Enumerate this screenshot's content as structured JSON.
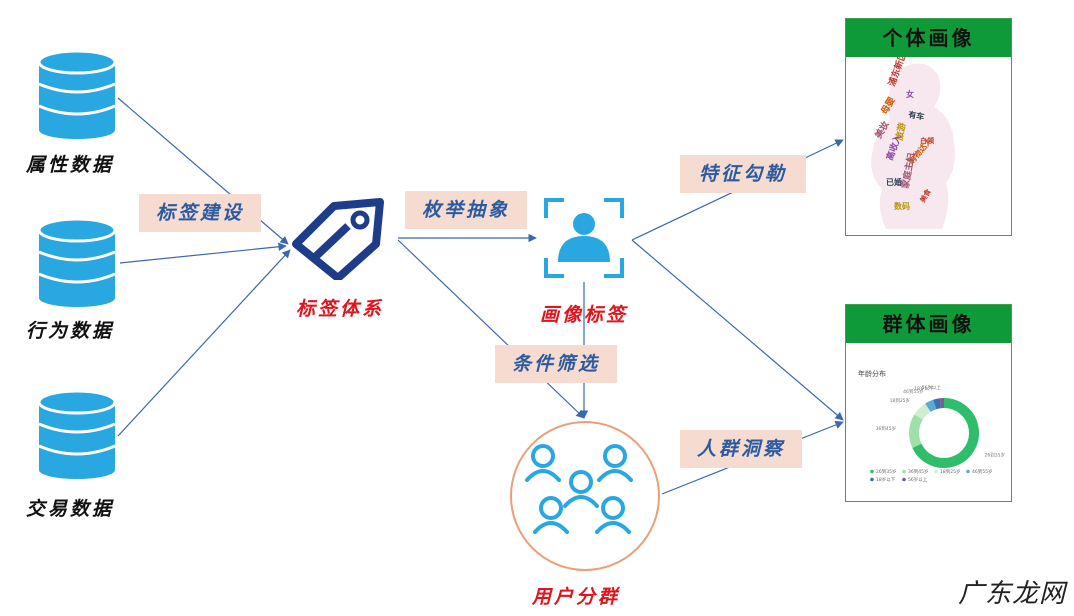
{
  "sources": [
    {
      "label": "属性数据",
      "icon": "database-icon"
    },
    {
      "label": "行为数据",
      "icon": "database-icon"
    },
    {
      "label": "交易数据",
      "icon": "database-icon"
    }
  ],
  "nodes": {
    "tag_system": {
      "label": "标签体系",
      "icon": "tag-icon"
    },
    "profile_tag": {
      "label": "画像标签",
      "icon": "user-scan-icon"
    },
    "user_group": {
      "label": "用户分群",
      "icon": "people-group-icon"
    }
  },
  "edges": {
    "tag_build": "标签建设",
    "enum_abstract": "枚举抽象",
    "feature_outline": "特征勾勒",
    "condition_filter": "条件筛选",
    "crowd_insight": "人群洞察"
  },
  "panels": {
    "individual": {
      "title": "个体画像",
      "wordcloud": [
        "浦东新区",
        "女",
        "母婴",
        "有车",
        "美妆",
        "旅游",
        "白领",
        "高收入",
        "购物达人",
        "已婚",
        "家庭主妇",
        "数码",
        "美食"
      ]
    },
    "group": {
      "title": "群体画像",
      "chart_title": "年龄分布",
      "chart_data": {
        "type": "pie",
        "labels": [
          "26到35岁",
          "36到45岁",
          "18到25岁",
          "46到55岁",
          "18岁以下",
          "56岁以上"
        ],
        "values": [
          68,
          16,
          7,
          4,
          3,
          2
        ],
        "colors": [
          "#2ebd6b",
          "#9fe0a8",
          "#cfeecf",
          "#5aa9d6",
          "#3c6fb0",
          "#7a5aa0"
        ]
      }
    }
  },
  "watermark": "广东龙网",
  "colors": {
    "icon_blue": "#29a7e1",
    "tag_navy": "#1f3c8a",
    "arrow": "#3a68b0",
    "label_red": "#e0141c",
    "panel_green": "#0f9a3a",
    "edge_bg": "#f6dcd0"
  }
}
